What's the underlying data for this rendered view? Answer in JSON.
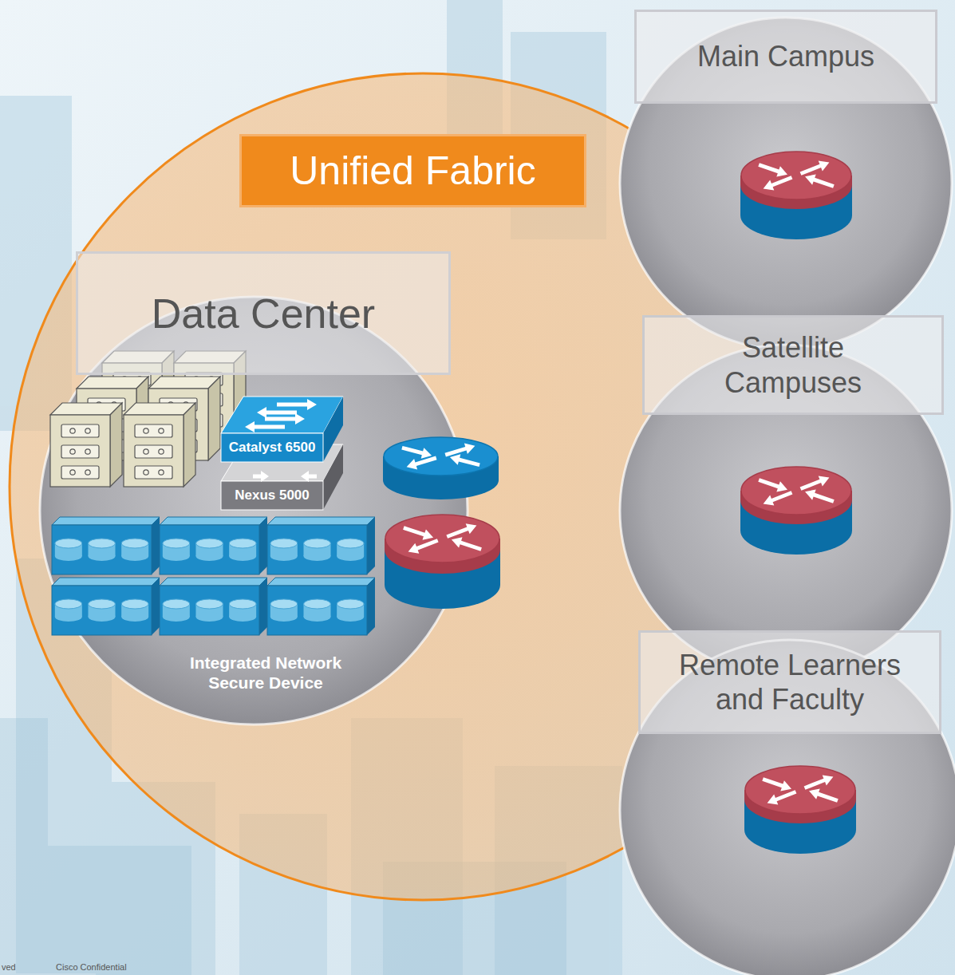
{
  "diagram": {
    "nodes": [
      {
        "text": [
          "Unified Fabric"
        ]
      },
      {
        "text": [
          "Data Center",
          "Integrated Network Secure Device"
        ],
        "in": 0
      },
      {
        "text": [
          "Catalyst 6500"
        ],
        "in": 1
      },
      {
        "text": [
          "Nexus 5000"
        ],
        "in": 1
      },
      {
        "text": [
          "Main Campus"
        ]
      },
      {
        "text": [
          "Satellite Campuses"
        ]
      },
      {
        "text": [
          "Remote Learners and Faculty"
        ]
      }
    ],
    "labels": [
      "ved",
      "Cisco Confidential"
    ]
  }
}
